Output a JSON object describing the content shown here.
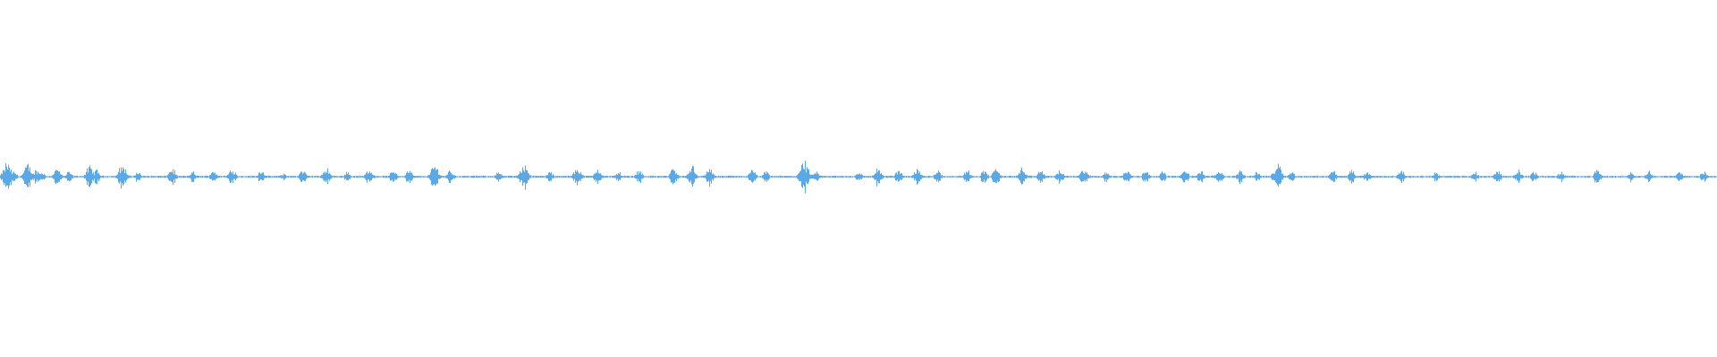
{
  "waveform": {
    "color": "#5aa9e6",
    "baseline_amplitude": 0.01,
    "max_amplitude": 0.08,
    "bursts": [
      {
        "t": 0.004,
        "amp": 0.08
      },
      {
        "t": 0.008,
        "amp": 0.03
      },
      {
        "t": 0.016,
        "amp": 0.07
      },
      {
        "t": 0.021,
        "amp": 0.04
      },
      {
        "t": 0.024,
        "amp": 0.03
      },
      {
        "t": 0.033,
        "amp": 0.05
      },
      {
        "t": 0.04,
        "amp": 0.03
      },
      {
        "t": 0.052,
        "amp": 0.06
      },
      {
        "t": 0.056,
        "amp": 0.04
      },
      {
        "t": 0.071,
        "amp": 0.07
      },
      {
        "t": 0.08,
        "amp": 0.03
      },
      {
        "t": 0.1,
        "amp": 0.05
      },
      {
        "t": 0.112,
        "amp": 0.03
      },
      {
        "t": 0.124,
        "amp": 0.04
      },
      {
        "t": 0.135,
        "amp": 0.05
      },
      {
        "t": 0.152,
        "amp": 0.04
      },
      {
        "t": 0.165,
        "amp": 0.02
      },
      {
        "t": 0.176,
        "amp": 0.04
      },
      {
        "t": 0.19,
        "amp": 0.05
      },
      {
        "t": 0.202,
        "amp": 0.03
      },
      {
        "t": 0.215,
        "amp": 0.05
      },
      {
        "t": 0.229,
        "amp": 0.04
      },
      {
        "t": 0.238,
        "amp": 0.04
      },
      {
        "t": 0.253,
        "amp": 0.07
      },
      {
        "t": 0.262,
        "amp": 0.04
      },
      {
        "t": 0.29,
        "amp": 0.03
      },
      {
        "t": 0.305,
        "amp": 0.08
      },
      {
        "t": 0.32,
        "amp": 0.03
      },
      {
        "t": 0.336,
        "amp": 0.06
      },
      {
        "t": 0.348,
        "amp": 0.05
      },
      {
        "t": 0.36,
        "amp": 0.03
      },
      {
        "t": 0.372,
        "amp": 0.04
      },
      {
        "t": 0.392,
        "amp": 0.05
      },
      {
        "t": 0.403,
        "amp": 0.06
      },
      {
        "t": 0.413,
        "amp": 0.05
      },
      {
        "t": 0.438,
        "amp": 0.04
      },
      {
        "t": 0.446,
        "amp": 0.03
      },
      {
        "t": 0.468,
        "amp": 0.09
      },
      {
        "t": 0.475,
        "amp": 0.03
      },
      {
        "t": 0.5,
        "amp": 0.03
      },
      {
        "t": 0.511,
        "amp": 0.05
      },
      {
        "t": 0.523,
        "amp": 0.04
      },
      {
        "t": 0.534,
        "amp": 0.05
      },
      {
        "t": 0.546,
        "amp": 0.04
      },
      {
        "t": 0.563,
        "amp": 0.04
      },
      {
        "t": 0.573,
        "amp": 0.04
      },
      {
        "t": 0.58,
        "amp": 0.05
      },
      {
        "t": 0.595,
        "amp": 0.05
      },
      {
        "t": 0.606,
        "amp": 0.04
      },
      {
        "t": 0.617,
        "amp": 0.04
      },
      {
        "t": 0.631,
        "amp": 0.05
      },
      {
        "t": 0.644,
        "amp": 0.03
      },
      {
        "t": 0.656,
        "amp": 0.04
      },
      {
        "t": 0.667,
        "amp": 0.04
      },
      {
        "t": 0.677,
        "amp": 0.03
      },
      {
        "t": 0.69,
        "amp": 0.04
      },
      {
        "t": 0.699,
        "amp": 0.04
      },
      {
        "t": 0.71,
        "amp": 0.04
      },
      {
        "t": 0.722,
        "amp": 0.04
      },
      {
        "t": 0.732,
        "amp": 0.03
      },
      {
        "t": 0.744,
        "amp": 0.08
      },
      {
        "t": 0.752,
        "amp": 0.03
      },
      {
        "t": 0.776,
        "amp": 0.04
      },
      {
        "t": 0.787,
        "amp": 0.04
      },
      {
        "t": 0.796,
        "amp": 0.03
      },
      {
        "t": 0.816,
        "amp": 0.04
      },
      {
        "t": 0.836,
        "amp": 0.03
      },
      {
        "t": 0.859,
        "amp": 0.03
      },
      {
        "t": 0.872,
        "amp": 0.04
      },
      {
        "t": 0.884,
        "amp": 0.04
      },
      {
        "t": 0.893,
        "amp": 0.03
      },
      {
        "t": 0.909,
        "amp": 0.03
      },
      {
        "t": 0.93,
        "amp": 0.04
      },
      {
        "t": 0.95,
        "amp": 0.03
      },
      {
        "t": 0.96,
        "amp": 0.04
      },
      {
        "t": 0.978,
        "amp": 0.03
      },
      {
        "t": 0.992,
        "amp": 0.03
      }
    ]
  }
}
